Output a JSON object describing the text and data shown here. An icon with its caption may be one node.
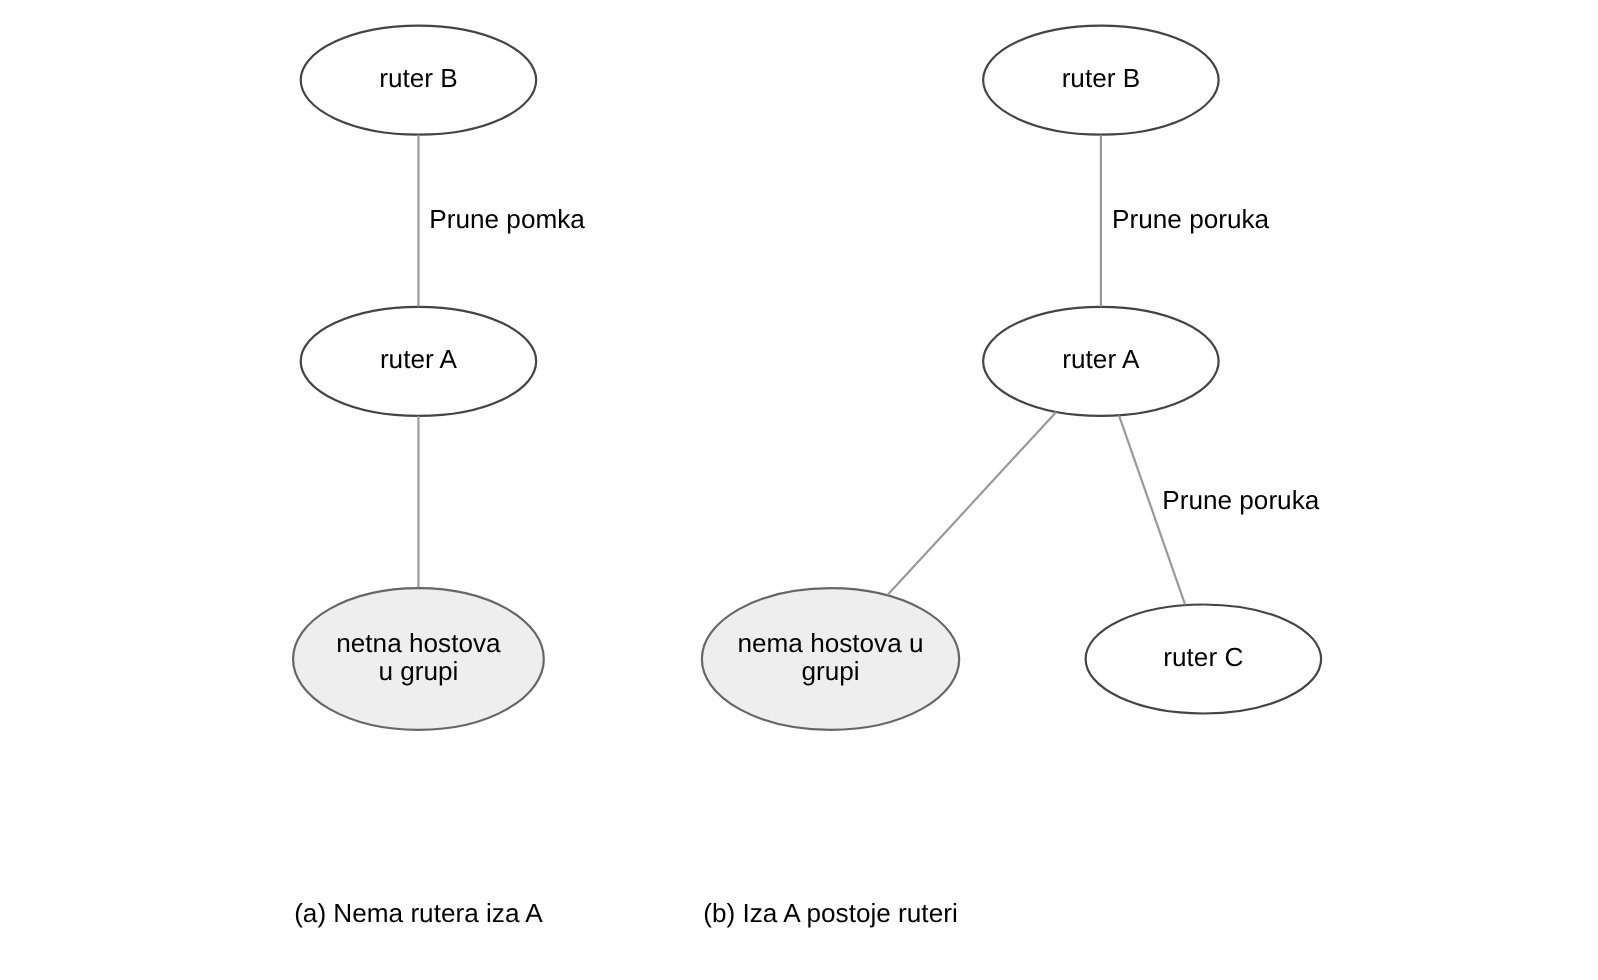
{
  "diagram": {
    "nodes": [
      {
        "text": [
          "ruter B"
        ]
      },
      {
        "text": [
          "ruter A"
        ]
      },
      {
        "text": [
          "netna hostova u grupi"
        ]
      },
      {
        "text": [
          "ruter B"
        ]
      },
      {
        "text": [
          "ruter A"
        ]
      },
      {
        "text": [
          "nema hostova u grupi"
        ]
      },
      {
        "text": [
          "ruter C"
        ]
      }
    ],
    "edges": [
      {
        "from": 0,
        "to": 1,
        "arrow": "none",
        "label": "Prune pomka"
      },
      {
        "from": 1,
        "to": 2,
        "arrow": "none"
      },
      {
        "from": 3,
        "to": 4,
        "arrow": "none",
        "label": "Prune poruka"
      },
      {
        "from": 4,
        "to": 5,
        "arrow": "none"
      },
      {
        "from": 4,
        "to": 6,
        "arrow": "none",
        "label": "Prune poruka"
      }
    ],
    "labels": [
      "(a) Nema rutera iza A",
      "(b) Iza A postoje ruteri"
    ]
  }
}
